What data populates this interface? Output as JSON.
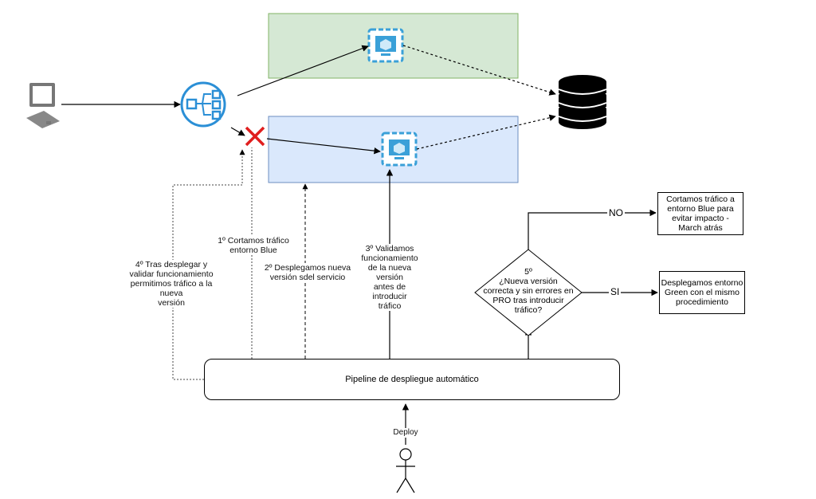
{
  "environments": {
    "green": {
      "fill": "#d5e8d4",
      "stroke": "#82b366"
    },
    "blue": {
      "fill": "#dae8fc",
      "stroke": "#6c8ebf"
    }
  },
  "pipeline": {
    "label": "Pipeline de despliegue automático"
  },
  "actor": {
    "label": "Deploy"
  },
  "steps": {
    "step1": "1º Cortamos tráfico\nentorno Blue",
    "step2": "2º Desplegamos nueva\nversión sdel servicio",
    "step3": "3º Validamos\nfuncionamiento\nde la nueva versión\nantes de introducir\ntráfico",
    "step4": "4º Tras desplegar y\nvalidar funcionamiento\npermitimos tráfico a la nueva\nversión"
  },
  "decision": {
    "text": "5º\n¿Nueva versión\ncorrecta y sin errores en\nPRO tras introducir\ntráfico?"
  },
  "outcomes": {
    "no_label": "NO",
    "no_text": "Cortamos tráfico a\nentorno Blue para\nevitar impacto -\nMarch atrás",
    "yes_label": "SI",
    "yes_text": "Desplegamos entorno\nGreen con el mismo\nprocedimiento"
  },
  "icons": {
    "client": "desktop-computer-icon",
    "load_balancer": "load-balancer-icon",
    "vm": "virtual-machine-icon",
    "database": "database-icon",
    "blocked": "red-cross-icon"
  },
  "colors": {
    "lb_blue": "#2b8fd6",
    "vm_blue": "#3aa0d8",
    "cross_red": "#e01e1e"
  }
}
